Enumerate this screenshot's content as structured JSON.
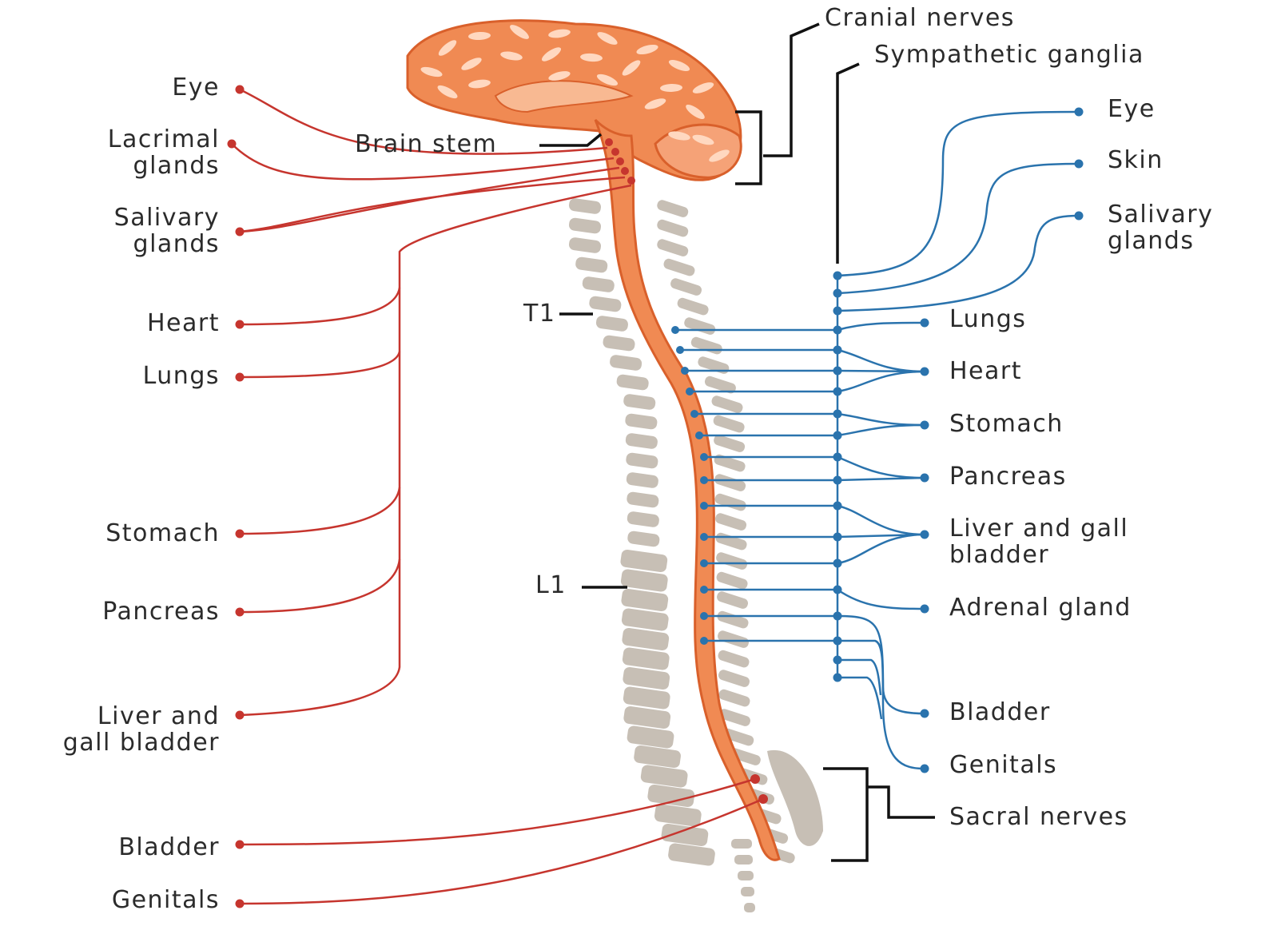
{
  "colors": {
    "parasympathetic": "#c6352e",
    "sympathetic": "#2a73ad",
    "brain": "#f08a53",
    "brain_dark": "#d9602b",
    "vertebra": "#c7bfb5",
    "text": "#2b2b2b"
  },
  "labels": {
    "cranial_nerves": "Cranial nerves",
    "sympathetic_ganglia": "Sympathetic ganglia",
    "brain_stem": "Brain stem",
    "t1": "T1",
    "l1": "L1",
    "sacral_nerves": "Sacral nerves"
  },
  "parasympathetic_targets": [
    "Eye",
    "Lacrimal\nglands",
    "Salivary\nglands",
    "Heart",
    "Lungs",
    "Stomach",
    "Pancreas",
    "Liver and\ngall bladder",
    "Bladder",
    "Genitals"
  ],
  "sympathetic_targets": [
    "Eye",
    "Skin",
    "Salivary\nglands",
    "Lungs",
    "Heart",
    "Stomach",
    "Pancreas",
    "Liver and gall\nbladder",
    "Adrenal gland",
    "Bladder",
    "Genitals"
  ]
}
